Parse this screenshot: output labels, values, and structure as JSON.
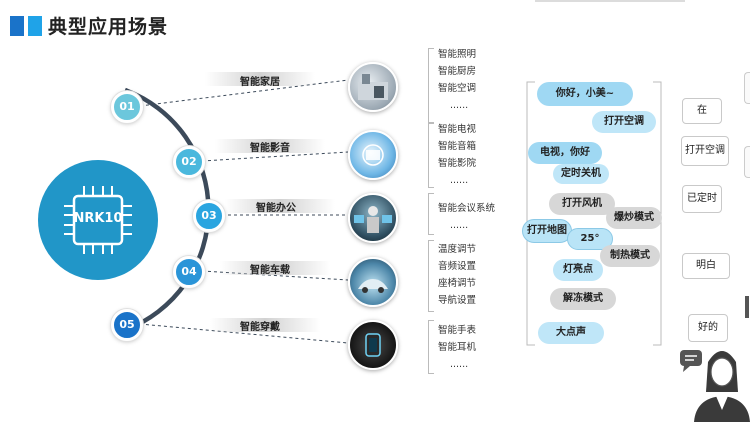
{
  "title": "典型应用场景",
  "chip_label": "NRK10",
  "categories": [
    {
      "number": "01",
      "label": "智能家居",
      "features": [
        "智能照明",
        "智能厨房",
        "智能空调",
        "......"
      ]
    },
    {
      "number": "02",
      "label": "智能影音",
      "features": [
        "智能电视",
        "智能音箱",
        "智能影院",
        "......"
      ]
    },
    {
      "number": "03",
      "label": "智能办公",
      "features": [
        "智能会议系统",
        "......"
      ]
    },
    {
      "number": "04",
      "label": "智能车载",
      "features": [
        "温度调节",
        "音频设置",
        "座椅调节",
        "导航设置"
      ]
    },
    {
      "number": "05",
      "label": "智能穿戴",
      "features": [
        "智能手表",
        "智能耳机",
        "......"
      ]
    }
  ],
  "bubbles": [
    "你好，小美~",
    "打开空调",
    "电视，你好",
    "定时关机",
    "打开风机",
    "爆炒模式",
    "打开地图",
    "25°",
    "制热模式",
    "灯亮点",
    "解冻模式",
    "大点声"
  ],
  "dialog_boxes": [
    "在",
    "打开空调",
    "已定时",
    "明白",
    "好的"
  ],
  "colors": {
    "accent_dark": "#1a73c9",
    "accent_light": "#1fa3e8",
    "chip": "#2196c8",
    "arc": "#3c4a5a"
  }
}
